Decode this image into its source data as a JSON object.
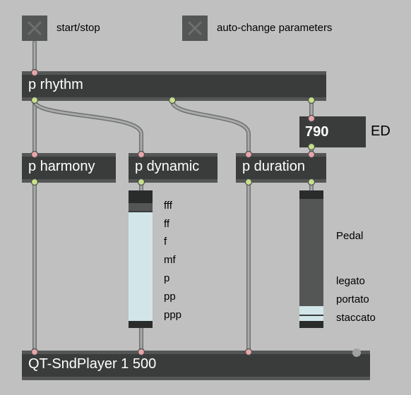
{
  "toggles": {
    "start_stop": {
      "label": "start/stop",
      "checked": false
    },
    "auto_change": {
      "label": "auto-change parameters",
      "checked": false
    }
  },
  "objects": {
    "rhythm": "p rhythm",
    "harmony": "p harmony",
    "dynamic": "p dynamic",
    "duration": "p duration",
    "player": "QT-SndPlayer 1 500"
  },
  "number_box": {
    "value": "790",
    "label": "ED"
  },
  "dynamic_slider": {
    "options": [
      "fff",
      "ff",
      "f",
      "mf",
      "p",
      "pp",
      "ppp"
    ],
    "level": 0.93
  },
  "duration_slider": {
    "options": [
      "Pedal",
      "legato",
      "portato",
      "staccato"
    ],
    "level": 0.12
  },
  "colors": {
    "background": "#bfc0bf",
    "object_body": "#3a3c3c",
    "object_edge": "#545656",
    "cable": "#9a9c9c",
    "inlet": "#e8a6a8",
    "outlet": "#c8e08a",
    "slider_fill": "#d2e6ea"
  }
}
